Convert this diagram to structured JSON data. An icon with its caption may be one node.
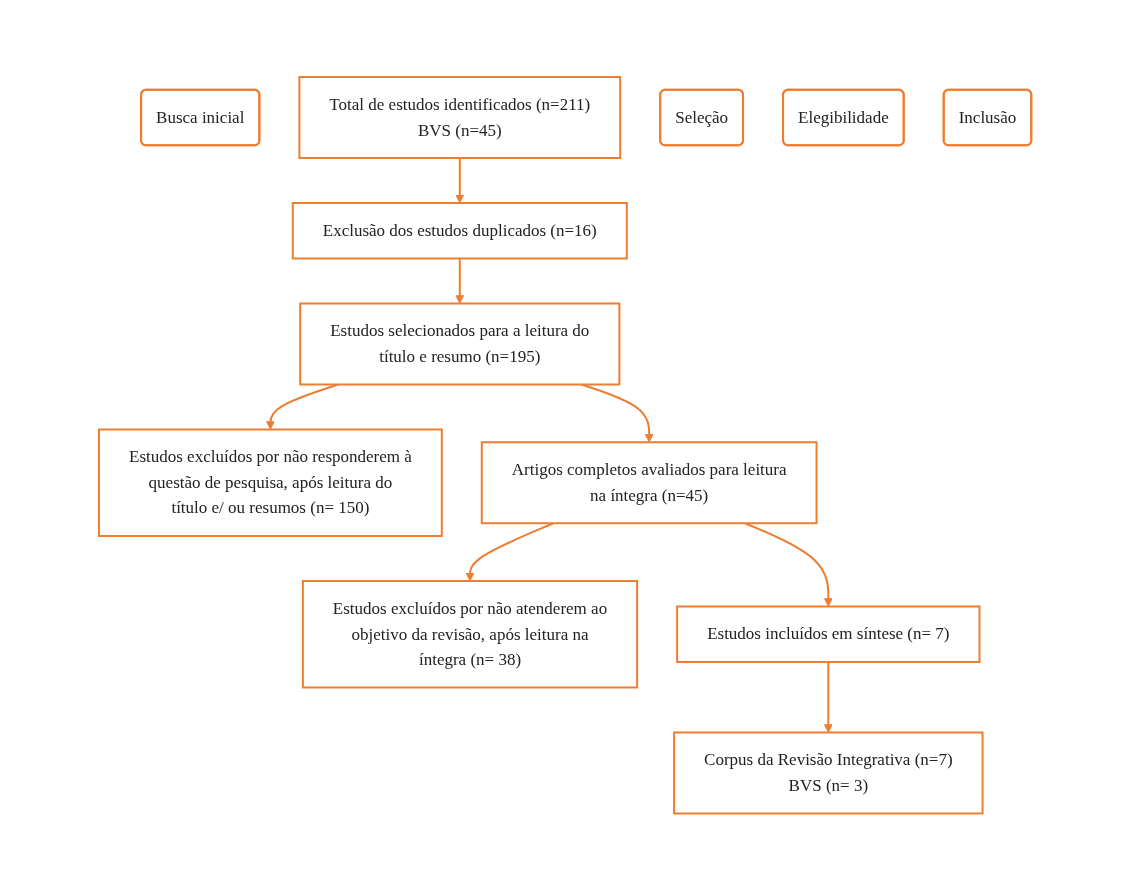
{
  "diagram": {
    "nodes": [
      {
        "text": [
          "Busca inicial"
        ]
      },
      {
        "text": [
          "Total de estudos identificados (n=211)",
          "BVS (n=45)"
        ]
      },
      {
        "text": [
          "Exclusão dos estudos duplicados (n=16)"
        ]
      },
      {
        "text": [
          "Seleção"
        ]
      },
      {
        "text": [
          "Estudos selecionados para a leitura do título e resumo (n=195)"
        ]
      },
      {
        "text": [
          "Estudos excluídos por não responderem à questão de pesquisa, após leitura do título e/ ou resumos (n= 150)"
        ]
      },
      {
        "text": [
          "Elegibilidade"
        ]
      },
      {
        "text": [
          "Artigos completos avaliados para leitura na íntegra (n=45)"
        ]
      },
      {
        "text": [
          "Estudos excluídos por não atenderem ao objetivo da revisão, após leitura na íntegra (n= 38)"
        ]
      },
      {
        "text": [
          "Estudos incluídos em síntese (n= 7)"
        ]
      },
      {
        "text": [
          "Inclusão"
        ]
      },
      {
        "text": [
          "Corpus da Revisão Integrativa (n=7)",
          "BVS (n= 3)"
        ]
      }
    ],
    "edges": [
      {
        "from": 1,
        "to": 2,
        "arrow": "to"
      },
      {
        "from": 2,
        "to": 4,
        "arrow": "to"
      },
      {
        "from": 4,
        "to": 5,
        "arrow": "to"
      },
      {
        "from": 4,
        "to": 7,
        "arrow": "to"
      },
      {
        "from": 7,
        "to": 8,
        "arrow": "to"
      },
      {
        "from": 7,
        "to": 9,
        "arrow": "to"
      },
      {
        "from": 9,
        "to": 11,
        "arrow": "to"
      }
    ]
  }
}
